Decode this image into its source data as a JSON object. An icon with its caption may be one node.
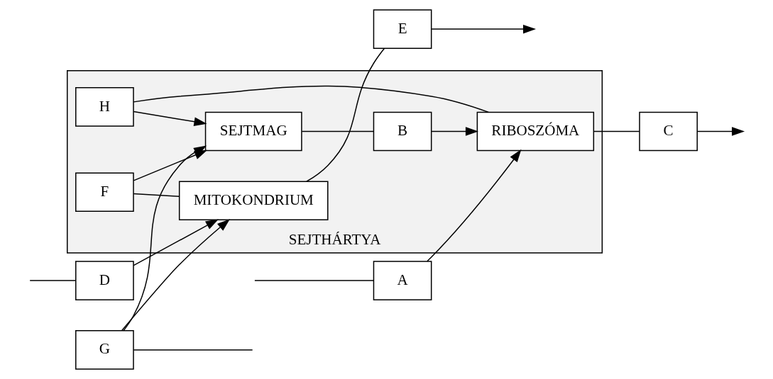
{
  "diagram": {
    "nodes": [
      {
        "text": [
          "SEJTHÁRTYA"
        ]
      },
      {
        "text": [
          "C"
        ]
      },
      {
        "text": [
          "H"
        ],
        "in": 0
      },
      {
        "text": [
          "SEJTMAG"
        ],
        "in": 0
      },
      {
        "text": [
          "G"
        ]
      },
      {
        "text": [
          "B"
        ],
        "in": 0
      },
      {
        "text": [
          "A"
        ]
      },
      {
        "text": [
          "RIBOSZÓMA"
        ],
        "in": 0
      },
      {
        "text": [
          "F"
        ],
        "in": 0
      },
      {
        "text": [
          "MITOKONDRIUM"
        ],
        "in": 0
      },
      {
        "text": [
          "D"
        ]
      },
      {
        "text": [
          "E"
        ]
      }
    ],
    "edges": [
      {
        "from": 1,
        "to": null,
        "arrow": "to"
      },
      {
        "from": 7,
        "to": 1,
        "arrow": "none"
      },
      {
        "from": 2,
        "to": 3,
        "arrow": "to"
      },
      {
        "from": 7,
        "to": 2,
        "arrow": "none"
      },
      {
        "from": 3,
        "to": 5,
        "arrow": "none"
      },
      {
        "from": 5,
        "to": 7,
        "arrow": "to"
      },
      {
        "from": null,
        "to": 6,
        "arrow": "none"
      },
      {
        "from": 6,
        "to": 7,
        "arrow": "to"
      },
      {
        "from": 4,
        "to": 3,
        "arrow": "to"
      },
      {
        "from": 4,
        "to": 9,
        "arrow": "to"
      },
      {
        "from": 4,
        "to": null,
        "arrow": "none"
      },
      {
        "from": 8,
        "to": 3,
        "arrow": "to"
      },
      {
        "from": 8,
        "to": 9,
        "arrow": "none"
      },
      {
        "from": 10,
        "to": 9,
        "arrow": "to"
      },
      {
        "from": null,
        "to": 10,
        "arrow": "none"
      },
      {
        "from": 9,
        "to": 11,
        "arrow": "none"
      },
      {
        "from": 11,
        "to": null,
        "arrow": "to"
      }
    ]
  }
}
